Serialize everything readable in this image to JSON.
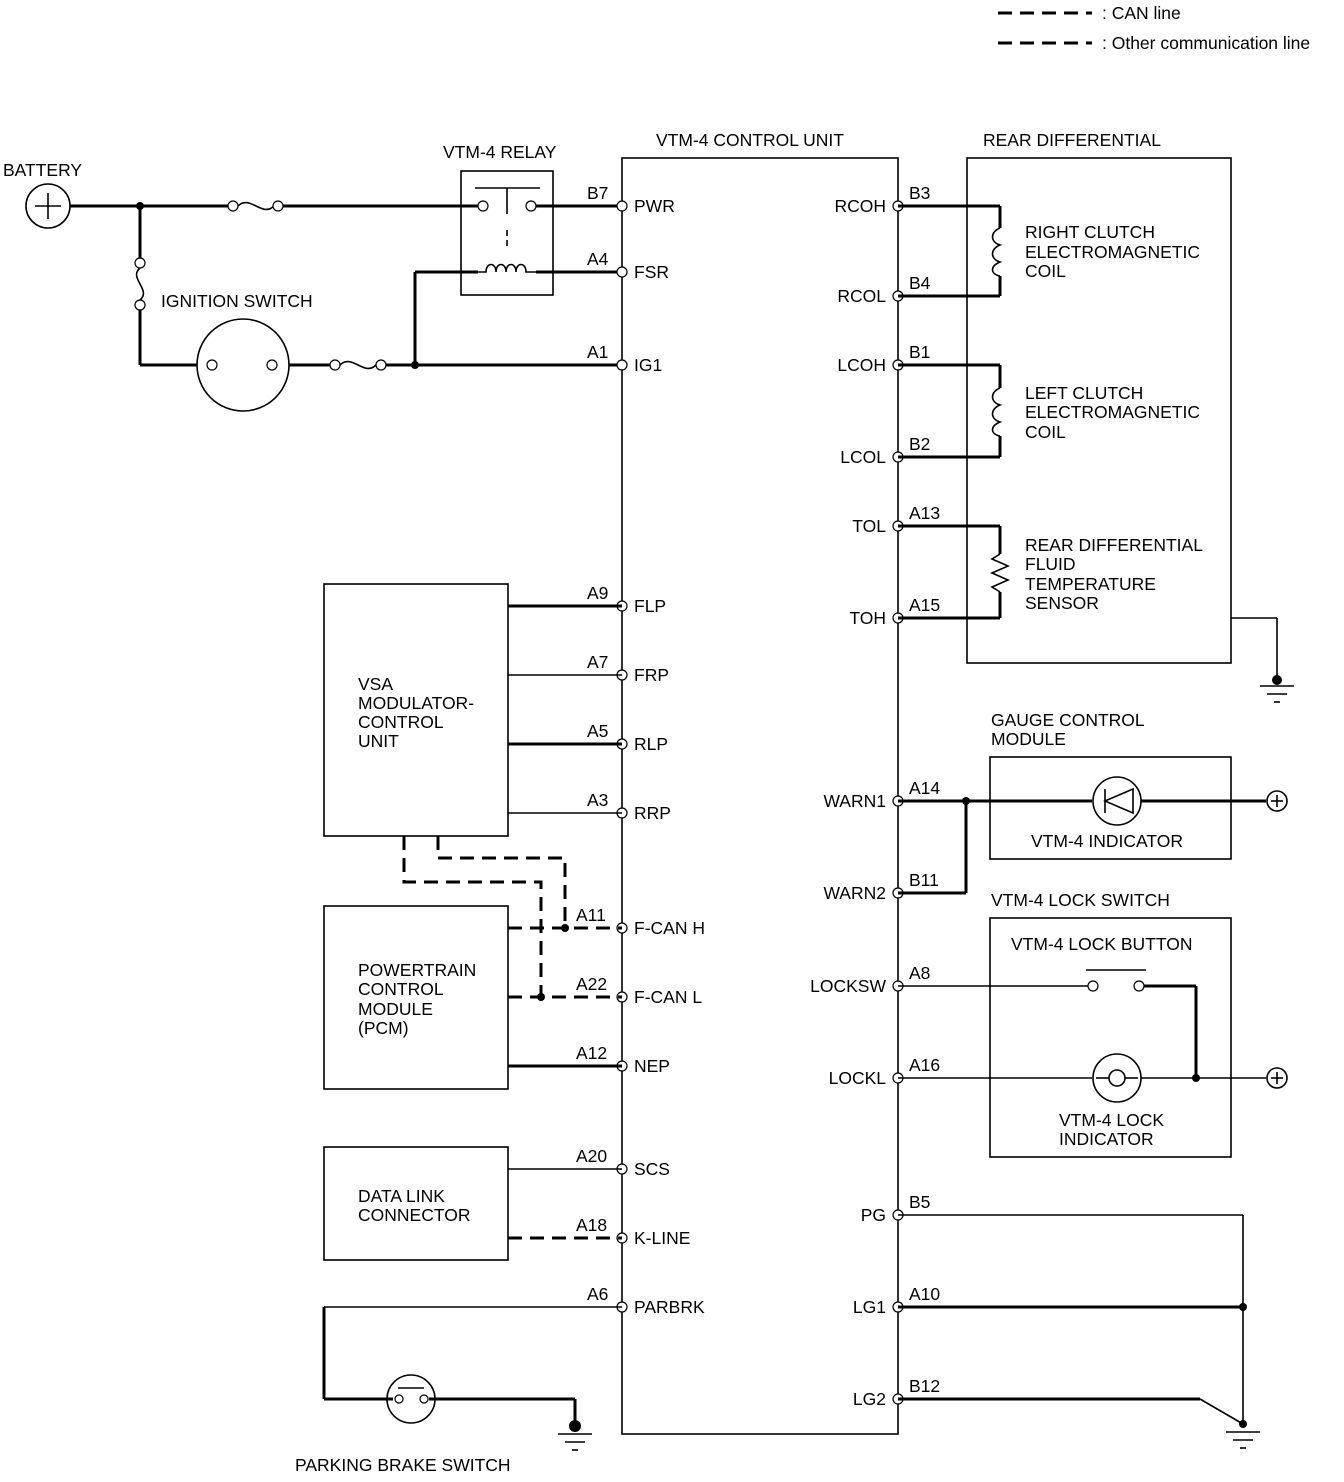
{
  "legend": {
    "can_line": ": CAN line",
    "other_line": ": Other communication line"
  },
  "components": {
    "battery": "BATTERY",
    "relay": "VTM-4 RELAY",
    "ignition_switch": "IGNITION SWITCH",
    "control_unit": "VTM-4 CONTROL UNIT",
    "rear_differential": "REAR DIFFERENTIAL",
    "right_coil": [
      "RIGHT CLUTCH",
      "ELECTROMAGNETIC",
      "COIL"
    ],
    "left_coil": [
      "LEFT CLUTCH",
      "ELECTROMAGNETIC",
      "COIL"
    ],
    "fluid_sensor": [
      "REAR DIFFERENTIAL",
      "FLUID",
      "TEMPERATURE",
      "SENSOR"
    ],
    "vsa": [
      "VSA",
      "MODULATOR-",
      "CONTROL",
      "UNIT"
    ],
    "pcm": [
      "POWERTRAIN",
      "CONTROL",
      "MODULE",
      "(PCM)"
    ],
    "dlc": [
      "DATA LINK",
      "CONNECTOR"
    ],
    "gauge": [
      "GAUGE CONTROL",
      "MODULE"
    ],
    "vtm4_indicator": "VTM-4 INDICATOR",
    "lock_switch": "VTM-4 LOCK SWITCH",
    "lock_button": "VTM-4 LOCK BUTTON",
    "lock_indicator": [
      "VTM-4 LOCK",
      "INDICATOR"
    ],
    "parking_brake": "PARKING BRAKE SWITCH"
  },
  "left_terminals": [
    {
      "pin": "B7",
      "signal": "PWR"
    },
    {
      "pin": "A4",
      "signal": "FSR"
    },
    {
      "pin": "A1",
      "signal": "IG1"
    },
    {
      "pin": "A9",
      "signal": "FLP"
    },
    {
      "pin": "A7",
      "signal": "FRP"
    },
    {
      "pin": "A5",
      "signal": "RLP"
    },
    {
      "pin": "A3",
      "signal": "RRP"
    },
    {
      "pin": "A11",
      "signal": "F-CAN H"
    },
    {
      "pin": "A22",
      "signal": "F-CAN L"
    },
    {
      "pin": "A12",
      "signal": "NEP"
    },
    {
      "pin": "A20",
      "signal": "SCS"
    },
    {
      "pin": "A18",
      "signal": "K-LINE"
    },
    {
      "pin": "A6",
      "signal": "PARBRK"
    }
  ],
  "right_terminals": [
    {
      "pin": "B3",
      "signal": "RCOH"
    },
    {
      "pin": "B4",
      "signal": "RCOL"
    },
    {
      "pin": "B1",
      "signal": "LCOH"
    },
    {
      "pin": "B2",
      "signal": "LCOL"
    },
    {
      "pin": "A13",
      "signal": "TOL"
    },
    {
      "pin": "A15",
      "signal": "TOH"
    },
    {
      "pin": "A14",
      "signal": "WARN1"
    },
    {
      "pin": "B11",
      "signal": "WARN2"
    },
    {
      "pin": "A8",
      "signal": "LOCKSW"
    },
    {
      "pin": "A16",
      "signal": "LOCKL"
    },
    {
      "pin": "B5",
      "signal": "PG"
    },
    {
      "pin": "A10",
      "signal": "LG1"
    },
    {
      "pin": "B12",
      "signal": "LG2"
    }
  ]
}
